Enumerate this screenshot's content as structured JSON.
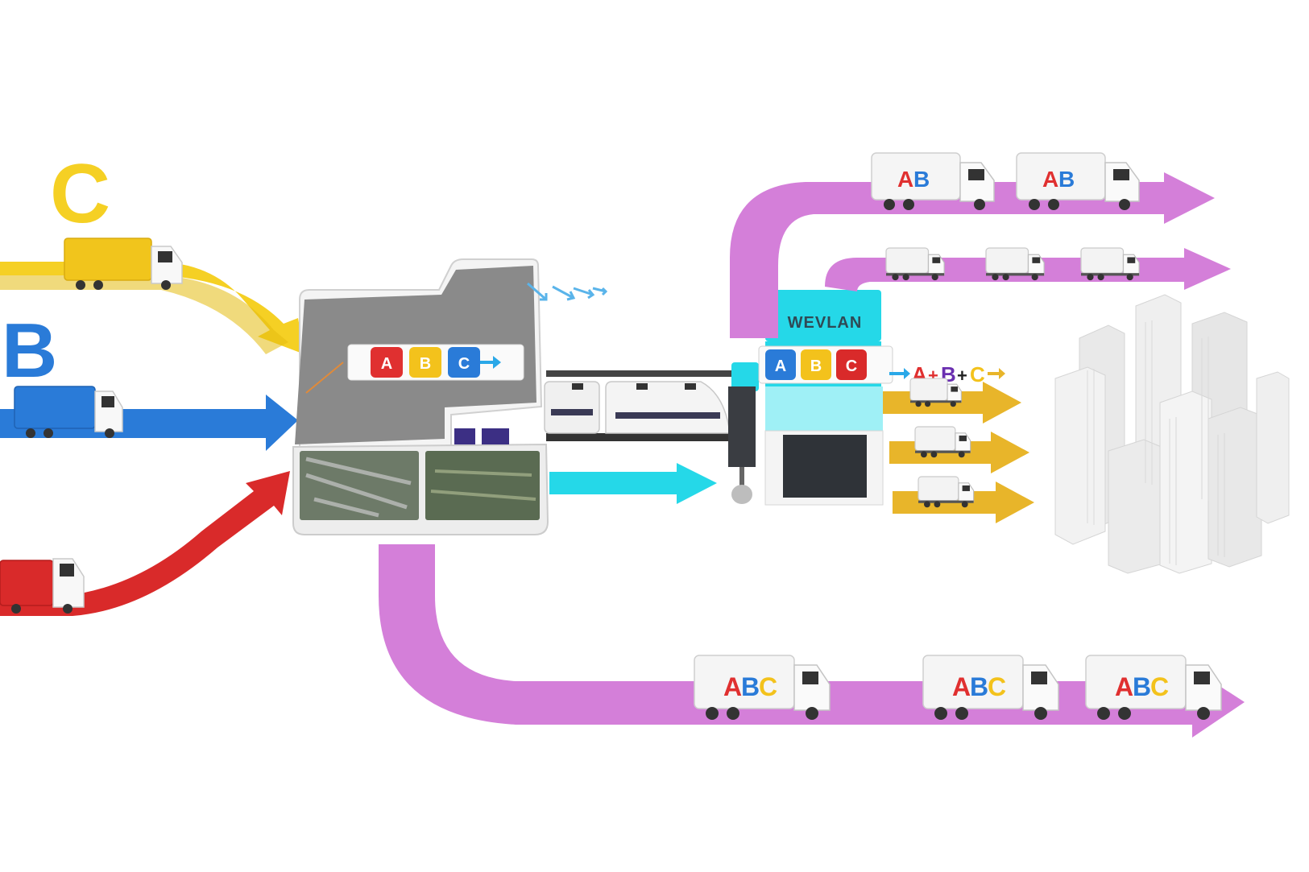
{
  "inputs": {
    "c_label": "C",
    "b_label": "B"
  },
  "hub": {
    "chip_a": "A",
    "chip_b": "B",
    "chip_c": "C"
  },
  "wevlan": {
    "sign": "WEVLAN",
    "chip_a": "A",
    "chip_b": "B",
    "chip_c": "C",
    "formula": {
      "a": "A",
      "plus1": "+",
      "b": "B",
      "plus2": "+",
      "c": "C"
    }
  },
  "outbound": {
    "top_truck_1": {
      "a": "A",
      "b": "B"
    },
    "top_truck_2": {
      "a": "A",
      "b": "B"
    },
    "bottom_truck_1": {
      "a": "A",
      "b": "B",
      "c": "C"
    },
    "bottom_truck_2": {
      "a": "A",
      "b": "B",
      "c": "C"
    },
    "bottom_truck_3": {
      "a": "A",
      "b": "B",
      "c": "C"
    }
  },
  "colors": {
    "yellow": "#f5d024",
    "blue": "#2a7bd8",
    "red": "#d92a2a",
    "purple": "#d47fd9",
    "cyan": "#25d8e8",
    "gold": "#e8b52a",
    "letter_a": "#e03030",
    "letter_b": "#2a7bd8",
    "letter_c": "#f3c21c",
    "plus_purple": "#6a2fb0"
  }
}
